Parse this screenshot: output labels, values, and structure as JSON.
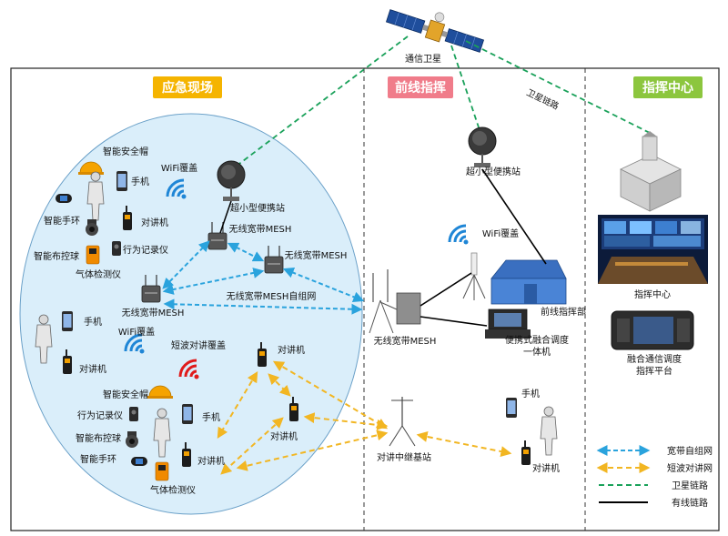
{
  "sections": {
    "field": "应急现场",
    "front": "前线指挥",
    "center": "指挥中心"
  },
  "colors": {
    "field": "#f5b400",
    "front": "#f07c8a",
    "center": "#8cc63e",
    "broadband": "#2aa3dd",
    "shortwave": "#f2b622",
    "satellite": "#1aa15a",
    "wired": "#000000",
    "ellipse_fill": "#daeefa"
  },
  "satellite": {
    "label": "通信卫星",
    "link_label": "卫星链路"
  },
  "field": {
    "helmet1": "智能安全帽",
    "phone1": "手机",
    "wifi1": "WiFi覆盖",
    "smart_band1": "智能手环",
    "radio1": "对讲机",
    "dispatch_ball1": "智能布控球",
    "recorder1": "行为记录仪",
    "gas1": "气体检测仪",
    "mini_station": "超小型便携站",
    "mesh_a": "无线宽带MESH",
    "mesh_b": "无线宽带MESH",
    "mesh_c": "无线宽带MESH",
    "mesh_network": "无线宽带MESH自组网",
    "phone2": "手机",
    "wifi2": "WiFi覆盖",
    "radio2": "对讲机",
    "shortwave_cover": "短波对讲覆盖",
    "radio3": "对讲机",
    "radio4": "对讲机",
    "helmet2": "智能安全帽",
    "recorder2": "行为记录仪",
    "phone3": "手机",
    "dispatch_ball2": "智能布控球",
    "smart_band2": "智能手环",
    "radio5": "对讲机",
    "gas2": "气体检测仪"
  },
  "front": {
    "mini_station": "超小型便携站",
    "wifi": "WiFi覆盖",
    "mesh": "无线宽带MESH",
    "hq": "前线指挥部",
    "portable_line1": "便携式融合调度",
    "portable_line2": "一体机",
    "phone": "手机",
    "relay": "对讲中继基站",
    "radio": "对讲机"
  },
  "center": {
    "label": "指挥中心",
    "platform_line1": "融合通信调度",
    "platform_line2": "指挥平台"
  },
  "legend": [
    {
      "label": "宽带自组网",
      "style": "broadband"
    },
    {
      "label": "短波对讲网",
      "style": "shortwave"
    },
    {
      "label": "卫星链路",
      "style": "satellite"
    },
    {
      "label": "有线链路",
      "style": "wired"
    }
  ]
}
